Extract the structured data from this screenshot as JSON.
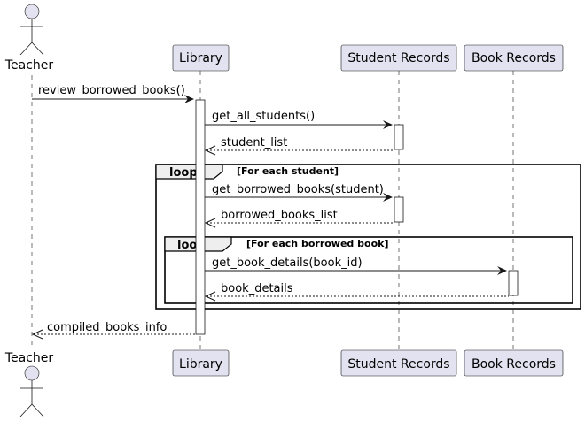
{
  "participants": {
    "teacher": "Teacher",
    "library": "Library",
    "student_records": "Student Records",
    "book_records": "Book Records"
  },
  "messages": [
    {
      "label": "review_borrowed_books()",
      "type": "call"
    },
    {
      "label": "get_all_students()",
      "type": "call"
    },
    {
      "label": "student_list",
      "type": "return"
    },
    {
      "label": "get_borrowed_books(student)",
      "type": "call"
    },
    {
      "label": "borrowed_books_list",
      "type": "return"
    },
    {
      "label": "get_book_details(book_id)",
      "type": "call"
    },
    {
      "label": "book_details",
      "type": "return"
    },
    {
      "label": "compiled_books_info",
      "type": "return"
    }
  ],
  "fragments": [
    {
      "keyword": "loop",
      "condition": "[For each student]"
    },
    {
      "keyword": "loop",
      "condition": "[For each borrowed book]"
    }
  ],
  "colors": {
    "participant_fill": "#E2E2F0",
    "line": "#181818",
    "fragment_tab": "#EEEEEE"
  }
}
